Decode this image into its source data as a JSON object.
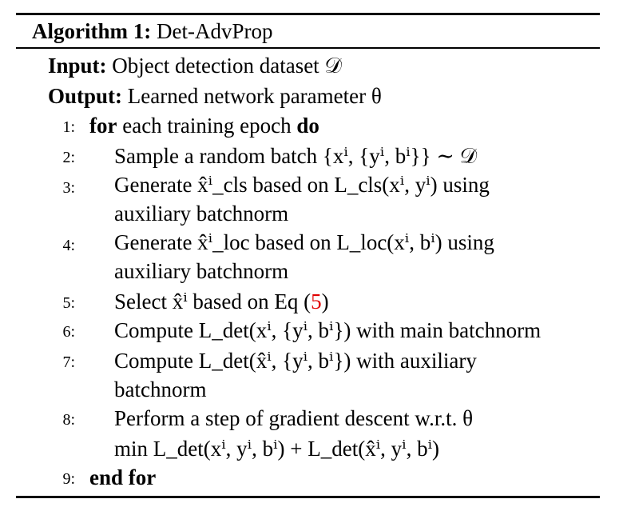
{
  "algorithm": {
    "label": "Algorithm 1:",
    "name": "Det-AdvProp"
  },
  "input": {
    "label": "Input:",
    "text": "Object detection dataset 𝒟"
  },
  "output": {
    "label": "Output:",
    "text": "Learned network parameter θ"
  },
  "steps": [
    {
      "num": "1:",
      "kw1": "for",
      "text": " each training epoch ",
      "kw2": "do"
    },
    {
      "num": "2:",
      "text": "Sample a random batch {xⁱ, {yⁱ, bⁱ}} ∼ 𝒟"
    },
    {
      "num": "3:",
      "text": "Generate x̂ⁱ_cls based on L_cls(xⁱ, yⁱ) using",
      "cont": "auxiliary batchnorm"
    },
    {
      "num": "4:",
      "text": "Generate x̂ⁱ_loc based on L_loc(xⁱ, bⁱ) using",
      "cont": "auxiliary batchnorm"
    },
    {
      "num": "5:",
      "text": "Select x̂ⁱ based on Eq (",
      "ref": "5",
      "text_end": ")"
    },
    {
      "num": "6:",
      "text": "Compute L_det(xⁱ, {yⁱ, bⁱ}) with main batchnorm"
    },
    {
      "num": "7:",
      "text": "Compute L_det(x̂ⁱ, {yⁱ, bⁱ}) with auxiliary",
      "cont": "batchnorm"
    },
    {
      "num": "8:",
      "text": "Perform a step of gradient descent w.r.t. θ",
      "cont": "min L_det(xⁱ, yⁱ, bⁱ) + L_det(x̂ⁱ, yⁱ, bⁱ)"
    },
    {
      "num": "9:",
      "kw1": "end for"
    }
  ],
  "colors": {
    "text": "#000000",
    "reference": "#e00000",
    "background": "#ffffff"
  }
}
